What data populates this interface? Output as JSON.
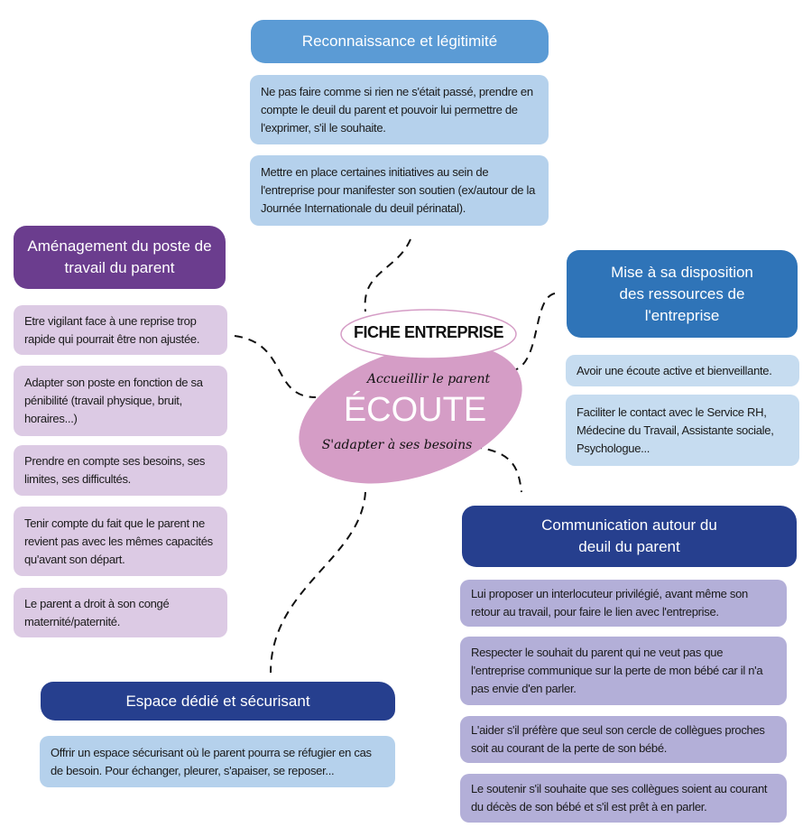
{
  "center": {
    "tag": "FICHE ENTREPRISE",
    "line1": "Accueillir le parent",
    "title": "ÉCOUTE",
    "line2": "S'adapter à ses besoins"
  },
  "colors": {
    "center": "#d59dc6",
    "top_header": "#5b9bd5",
    "top_box": "#b5d1ec",
    "left_header": "#6b3d8e",
    "left_box": "#dccae4",
    "right_header": "#2f74b8",
    "right_box": "#c6dcf0",
    "br_header": "#263f8e",
    "br_box": "#b3afd8",
    "bl_header": "#263f8e",
    "bl_box": "#b5d1ec"
  },
  "top": {
    "title": "Reconnaissance et légitimité",
    "items": [
      "Ne pas faire comme si rien ne s'était passé, prendre en compte le deuil du parent et pouvoir lui permettre de l'exprimer, s'il le souhaite.",
      "Mettre en place certaines initiatives au sein de l'entreprise pour manifester son soutien (ex/autour de la Journée Internationale du deuil périnatal)."
    ]
  },
  "left": {
    "title": "Aménagement du poste de travail du parent",
    "items": [
      "Etre vigilant face à une reprise trop rapide qui pourrait être non ajustée.",
      "Adapter son poste en fonction de sa pénibilité (travail physique, bruit, horaires...)",
      "Prendre en compte ses besoins, ses limites, ses difficultés.",
      "Tenir compte du fait que le parent ne revient pas avec les mêmes capacités qu'avant son départ.",
      "Le parent a droit à son congé maternité/paternité."
    ]
  },
  "right": {
    "title": "Mise à sa disposition des ressources de l'entreprise",
    "items": [
      "Avoir une écoute active et bienveillante.",
      "Faciliter le contact avec le Service RH, Médecine du Travail, Assistante sociale, Psychologue..."
    ]
  },
  "bottom_right": {
    "title": "Communication autour du deuil du parent",
    "items": [
      "Lui proposer un interlocuteur privilégié, avant même son retour au travail, pour faire le lien avec l'entreprise.",
      "Respecter le souhait du parent qui ne veut pas que l'entreprise communique sur la perte de mon bébé car il n'a pas envie d'en parler.",
      "L'aider s'il préfère que seul son cercle de collègues proches soit au courant de la perte de son bébé.",
      "Le soutenir s'il souhaite que ses collègues soient au courant du décès de son bébé et s'il est prêt à en parler."
    ]
  },
  "bottom_left": {
    "title": "Espace dédié et sécurisant",
    "items": [
      "Offrir un espace sécurisant où le parent pourra se réfugier en cas de besoin. Pour échanger, pleurer, s'apaiser, se reposer..."
    ]
  }
}
